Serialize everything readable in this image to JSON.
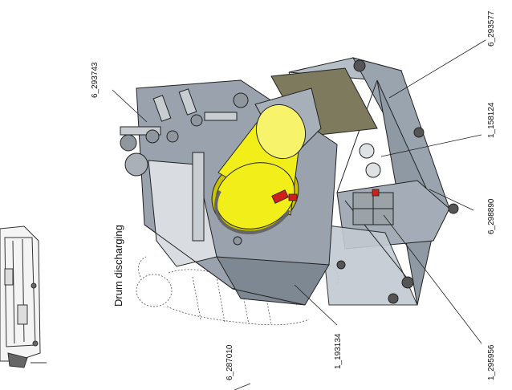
{
  "title": "Drum discharging",
  "callouts": {
    "c1": "6_293743",
    "c2": "6_293577",
    "c3": "1_158124",
    "c4": "6_298890",
    "c5": "1_295956",
    "c6": "1_193134",
    "c7": "6_287010"
  },
  "colors": {
    "frame": "#8f9aa6",
    "frame_dark": "#55606b",
    "hopper": "#9aa3ad",
    "drum": "#f2ee1a",
    "drum_dark": "#c9c300",
    "panel": "#7d7a5e",
    "red": "#d0201c",
    "line": "#222222"
  }
}
